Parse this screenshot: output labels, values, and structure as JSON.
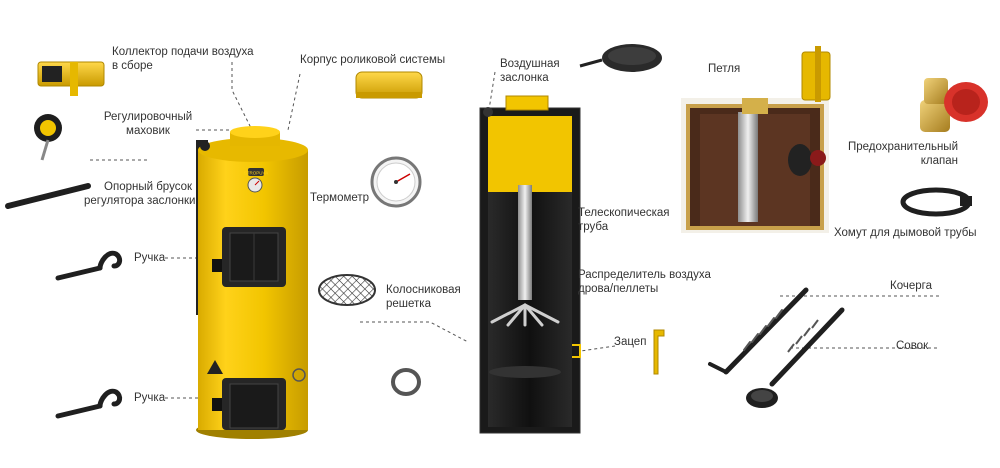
{
  "colors": {
    "boiler_yellow": "#f2c500",
    "boiler_shadow": "#c89e00",
    "metal_dark": "#1e1e1e",
    "leader_line": "#555555",
    "label_text": "#333333",
    "relief_valve_red": "#d8322a",
    "brass": "#c9a23a"
  },
  "boiler": {
    "brand_text": "STROPUVA"
  },
  "labels": {
    "air_collector": {
      "line1": "Коллектор подачи воздуха",
      "line2": "в сборе"
    },
    "roller_housing": "Корпус роликовой системы",
    "handwheel": {
      "line1": "Регулировочный",
      "line2": "маховик"
    },
    "support_bar": {
      "line1": "Опорный брусок",
      "line2": "регулятора заслонки"
    },
    "handle_top": "Ручка",
    "handle_bottom": "Ручка",
    "thermometer": "Термометр",
    "grate": {
      "line1": "Колосниковая",
      "line2": "решетка"
    },
    "air_damper": {
      "line1": "Воздушная",
      "line2": "заслонка"
    },
    "telescopic_pipe": {
      "line1": "Телескопическая",
      "line2": "труба"
    },
    "air_distributor": {
      "line1": "Распределитель воздуха",
      "line2": "дрова/пеллеты"
    },
    "hook": "Зацеп",
    "hinge": "Петля",
    "relief_valve": {
      "line1": "Предохранительный",
      "line2": "клапан"
    },
    "chimney_clamp": "Хомут для дымовой трубы",
    "poker": "Кочерга",
    "scoop": "Совок"
  },
  "icons": {
    "thermometer": "thermometer-gauge-icon",
    "warning": "warning-triangle-icon"
  }
}
